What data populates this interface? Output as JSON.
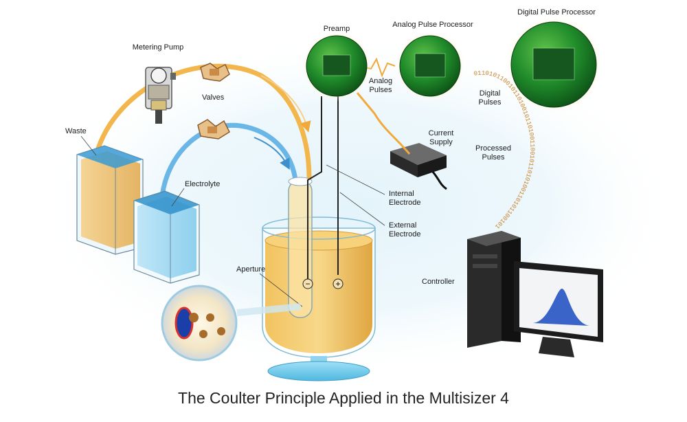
{
  "labels": {
    "metering_pump": "Metering Pump",
    "valves": "Valves",
    "waste": "Waste",
    "electrolyte": "Electrolyte",
    "aperture": "Aperture",
    "preamp": "Preamp",
    "analog_pulse_processor": "Analog Pulse Processor",
    "digital_pulse_processor": "Digital Pulse Processor",
    "analog_pulses": "Analog\nPulses",
    "digital_pulses": "Digital\nPulses",
    "current_supply": "Current\nSupply",
    "processed_pulses": "Processed\nPulses",
    "internal_electrode": "Internal\nElectrode",
    "external_electrode": "External\nElectrode",
    "controller": "Controller"
  },
  "electrode_signs": {
    "negative": "−",
    "positive": "+"
  },
  "binary_stream": "0110101100101101001011010011001011010100110101100101100110101101001101011001011010110010",
  "caption": "The Coulter Principle Applied in the Multisizer 4",
  "colors": {
    "background_glow": "#d8eef8",
    "beaker_liquid": "#e8b24a",
    "electrolyte_blue": "#9fd7f2",
    "waste_liquid": "#eab85a",
    "circuit_green": "#1f8a2a",
    "flow_orange": "#f0a93a",
    "flow_blue": "#5aa8dc",
    "binary_color": "#c9822a"
  }
}
